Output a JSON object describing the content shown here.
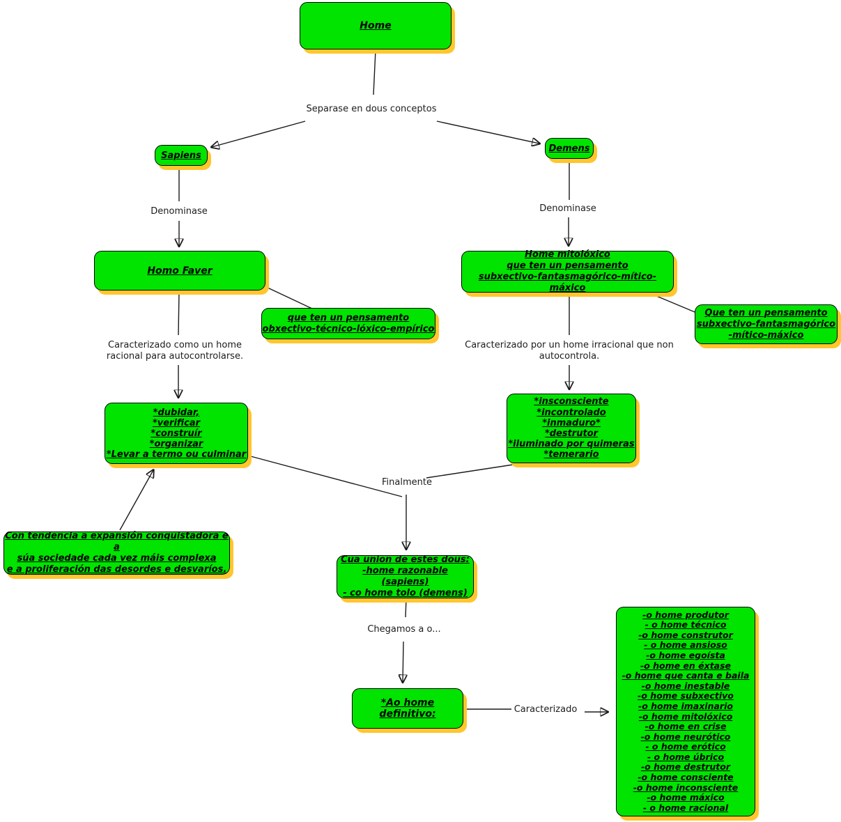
{
  "colors": {
    "node_fill": "#00E400",
    "node_shadow": "#FFC62D",
    "node_border": "#000000",
    "line": "#1a1a1a"
  },
  "nodes": {
    "home": "Home",
    "sapiens": "Sapiens",
    "demens": "Demens",
    "homo_faver": "Homo Faver",
    "home_mitoloxico": [
      "Home mitolóxico",
      "que ten un pensamento",
      "subxectivo-fantasmagórico-mítico-máxico"
    ],
    "pensamento_obxectivo": [
      "que ten un pensamento",
      "obxectivo-técnico-lóxico-empírico"
    ],
    "pensamento_subxectivo": [
      "Que ten un pensamento",
      "subxectivo-fantasmagórico",
      "-mítico-máxico"
    ],
    "sapiens_traits": [
      "*dubidar,",
      "*verificar",
      "*construír",
      "*organizar",
      "*Levar a termo ou culminar"
    ],
    "demens_traits": [
      "*insconsciente",
      "*incontrolado",
      "*inmaduro*",
      "*destrutor",
      "*iluminado por quimeras",
      "*temerario"
    ],
    "tendencia": [
      "Con tendencia a expansión conquistadora e a",
      "súa sociedade cada vez máis complexa",
      "e a proliferación das desordes e desvaríos."
    ],
    "union": [
      "Cua union de estes dous:",
      "-home razonable (sapiens)",
      "- co home tolo (demens)"
    ],
    "definitivo": "*Ao home definitivo:",
    "home_types": [
      "-o home produtor",
      "- o home técnico",
      "-o home construtor",
      "- o home ansioso",
      "-o home egoísta",
      "-o home en éxtase",
      "-o home que canta e baila",
      "-o home inestable",
      "-o home subxectivo",
      "-o home imaxinario",
      "-o home mitolóxico",
      "-o home en crise",
      "-o home neurótico",
      "- o home erótico",
      "- o home úbrico",
      "-o home destrutor",
      "-o home consciente",
      "-o home inconsciente",
      "-o home máxico",
      "- o home racional"
    ]
  },
  "link_labels": {
    "separase": "Separase en dous conceptos",
    "denominase_left": "Denominase",
    "denominase_right": "Denominase",
    "caracterizado_racional": [
      "Caracterizado como un home",
      "racional para autocontrolarse."
    ],
    "caracterizado_irracional": [
      "Caracterizado por un home irracional que non",
      "autocontrola."
    ],
    "finalmente": "Finalmente",
    "chegamos": "Chegamos a o...",
    "caracterizado": "Caracterizado"
  }
}
